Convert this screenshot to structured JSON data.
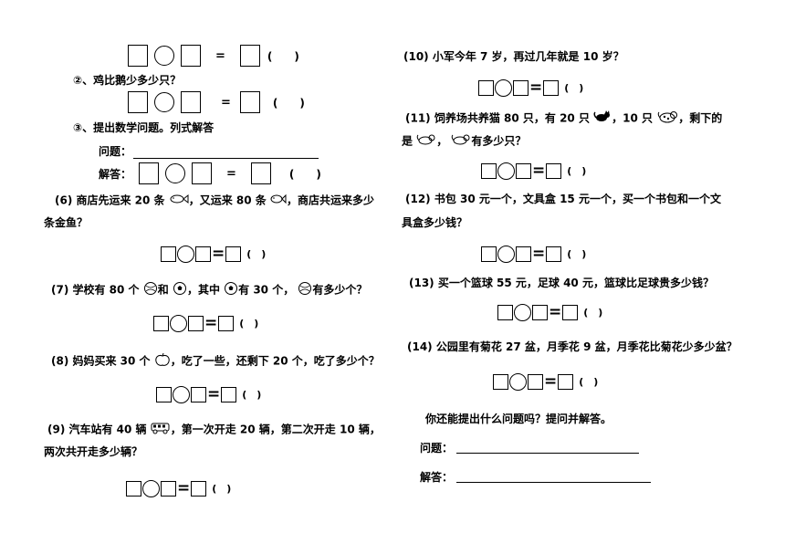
{
  "left": {
    "top_equation_paren": "(　　)",
    "q2_label": "②、鸡比鹅少多少只？",
    "q2_paren": "(　　)",
    "q3_label": "③、提出数学问题。列式解答",
    "q3_question_label": "问题：",
    "q3_answer_label": "解答：",
    "q3_paren": "(　　)",
    "q6_a": "(6) 商店先运来 20 条",
    "q6_b": "，又运来 80 条",
    "q6_c": "，商店共运来多少",
    "q6_line2": "条金鱼？",
    "q7_a": "(7) 学校有 80 个",
    "q7_b": "和",
    "q7_c": "，其中",
    "q7_d": "有 30 个，",
    "q7_e": "有多少个？",
    "q8_a": "(8) 妈妈买来 30 个",
    "q8_b": "，吃了一些，还剩下 20 个，吃了多少个？",
    "q9_a": "(9) 汽车站有 40 辆",
    "q9_b": "，第一次开走 20 辆，第二次开走 10 辆，",
    "q9_line2": "两次共开走多少辆？",
    "paren": "(　)"
  },
  "right": {
    "q10": "(10) 小军今年 7 岁，再过几年就是 10 岁？",
    "q11_a": "(11) 饲养场共养猫 80 只，有 20 只",
    "q11_b": "，10 只",
    "q11_c": "，剩下的",
    "q11_line2_a": "是",
    "q11_line2_b": "，",
    "q11_line2_c": "有多少只？",
    "q12_line1": "(12) 书包 30 元一个，文具盒 15 元一个，买一个书包和一个文",
    "q12_line2": "具盒多少钱？",
    "q13": "(13) 买一个篮球 55 元，足球 40 元，篮球比足球贵多少钱？",
    "q14": "(14) 公园里有菊花 27 盆，月季花 9 盆，月季花比菊花少多少盆？",
    "extra": "你还能提出什么问题吗？提问并解答。",
    "question_label": "问题：",
    "answer_label": "解答：",
    "paren": "(　)"
  },
  "equation": {
    "equals": "="
  }
}
